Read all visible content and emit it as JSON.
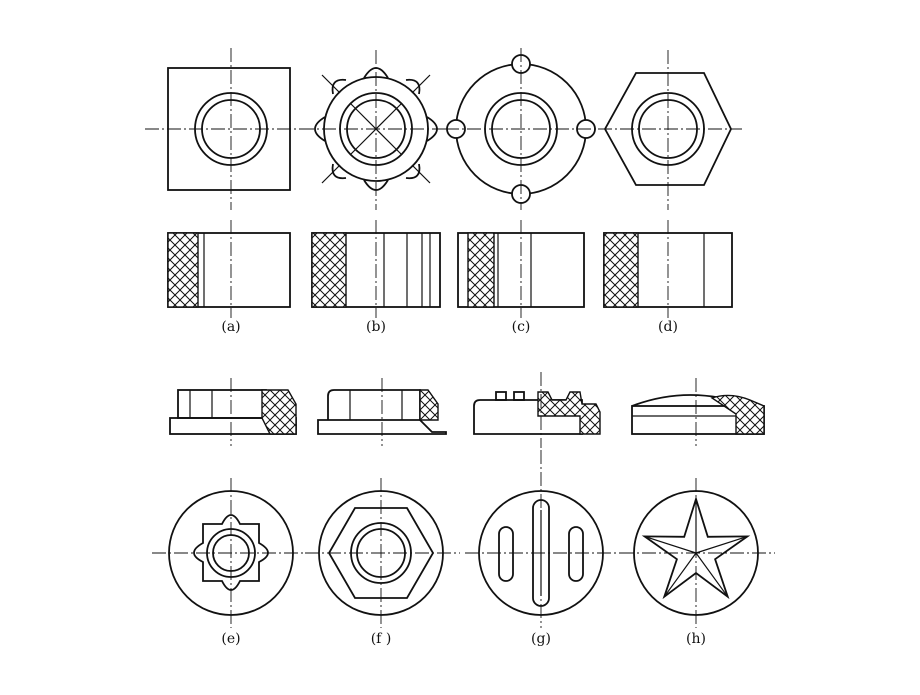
{
  "figures": [
    {
      "id": "a",
      "label": "(a)"
    },
    {
      "id": "b",
      "label": "(b)"
    },
    {
      "id": "c",
      "label": "(c)"
    },
    {
      "id": "d",
      "label": "(d)"
    },
    {
      "id": "e",
      "label": "(e)"
    },
    {
      "id": "f",
      "label": "(f )"
    },
    {
      "id": "g",
      "label": "(g)"
    },
    {
      "id": "h",
      "label": "(h)"
    }
  ],
  "colors": {
    "ink": "#111111",
    "paper": "#ffffff"
  }
}
